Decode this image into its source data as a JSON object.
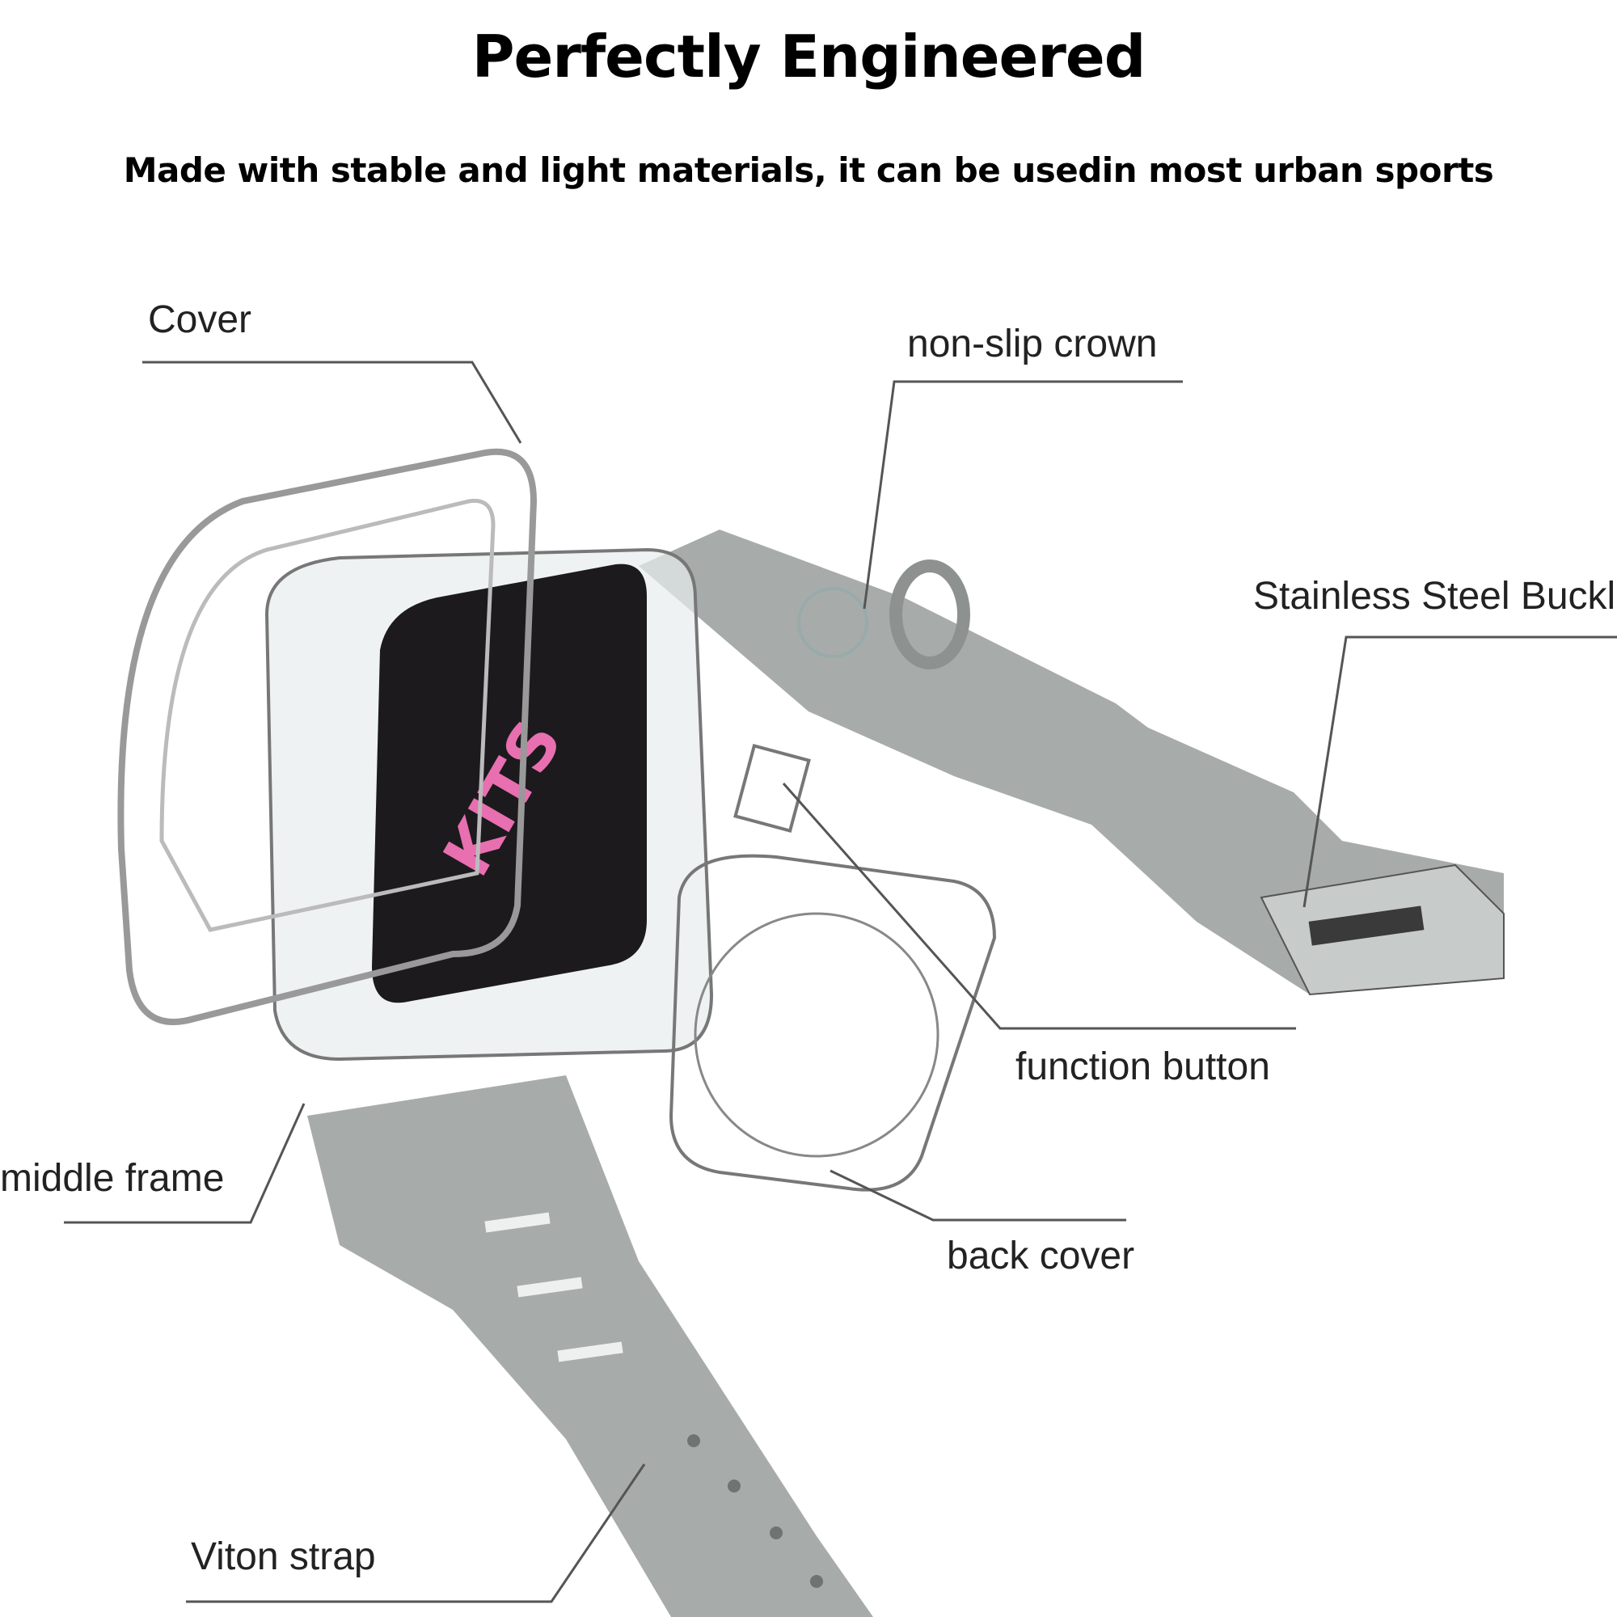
{
  "header": {
    "title": "Perfectly Engineered",
    "subtitle": "Made with stable and light materials, it can be usedin most urban sports"
  },
  "callouts": {
    "cover": "Cover",
    "crown": "non-slip crown",
    "buckle": "Stainless Steel Buckle",
    "function_button": "function button",
    "middle_frame": "middle frame",
    "back_cover": "back cover",
    "strap": "Viton strap"
  },
  "watch_face_text": "KITS",
  "colors": {
    "strap": "#a7acaa",
    "leader_line": "#555555",
    "face": "#1c1a1d"
  }
}
